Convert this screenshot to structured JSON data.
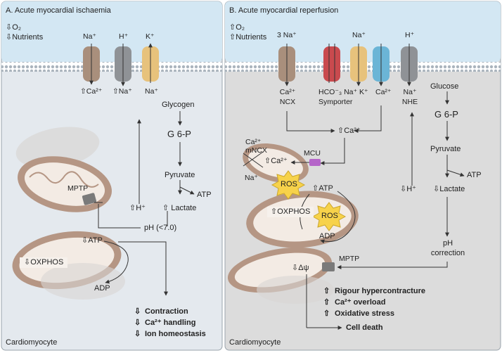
{
  "panel_a": {
    "title": "A. Acute myocardial ischaemia",
    "o2": "⇩O₂",
    "nutrients": "⇩Nutrients",
    "channel_top": [
      "Na⁺",
      "H⁺",
      "K⁺"
    ],
    "channel_bottom": [
      "⇧Ca²⁺",
      "⇧Na⁺",
      "Na⁺"
    ],
    "glycogen": "Glycogen",
    "g6p": "G 6-P",
    "pyruvate": "Pyruvate",
    "atp_out": "ATP",
    "h_plus": "⇧H⁺",
    "lactate": "⇧ Lactate",
    "mptp": "MPTP",
    "ph": "pH (<7.0)",
    "atp_loop": "⇩ATP",
    "oxphos": "⇩OXPHOS",
    "adp": "ADP",
    "effects": [
      "Contraction",
      "Ca²⁺ handling",
      "Ion homeostasis"
    ],
    "effect_arrow": "⇩",
    "cell_label": "Cardiomyocyte"
  },
  "panel_b": {
    "title": "B. Acute myocardial reperfusion",
    "o2": "⇧O₂",
    "nutrients": "⇧Nutrients",
    "channel_top": [
      "3 Na⁺",
      "Na⁺",
      "H⁺"
    ],
    "ncx": [
      "Ca²⁺",
      "NCX"
    ],
    "symporter": [
      "HCO⁻₃ Na⁺ K⁺",
      "Symporter"
    ],
    "ca_channel": "Ca²⁺",
    "nhe": [
      "Na⁺",
      "NHE"
    ],
    "glucose": "Glucose",
    "g6p": "G 6-P",
    "pyruvate": "Pyruvate",
    "atp_out": "ATP",
    "lactate": "⇩Lactate",
    "h_plus": "⇩H⁺",
    "ph": [
      "pH",
      "correction"
    ],
    "ca_center": "⇧Ca²⁺",
    "mncx": [
      "Ca²⁺",
      "mNCX"
    ],
    "ca_mito": "⇧Ca²⁺",
    "na": "Na⁺",
    "mcu": "MCU",
    "ros": "ROS",
    "atp_loop": "⇧ATP",
    "oxphos": "⇧OXPHOS",
    "adp": "ADP",
    "mptp": "MPTP",
    "dpsi": "⇩Δψ",
    "effects": [
      "Rigour hypercontracture",
      "Ca²⁺ overload",
      "Oxidative stress"
    ],
    "effect_arrow": "⇧",
    "cell_death": "Cell death",
    "cell_label": "Cardiomyocyte"
  },
  "colors": {
    "panel_a_bg": "#e4e9ee",
    "panel_b_bg": "#dcdcdc",
    "extracellular": "#d3e7f3",
    "membrane": "#b9c4ce",
    "mito_outer": "#b59684",
    "mito_inner": "#f3ebe4",
    "ros": "#f7d24a"
  }
}
